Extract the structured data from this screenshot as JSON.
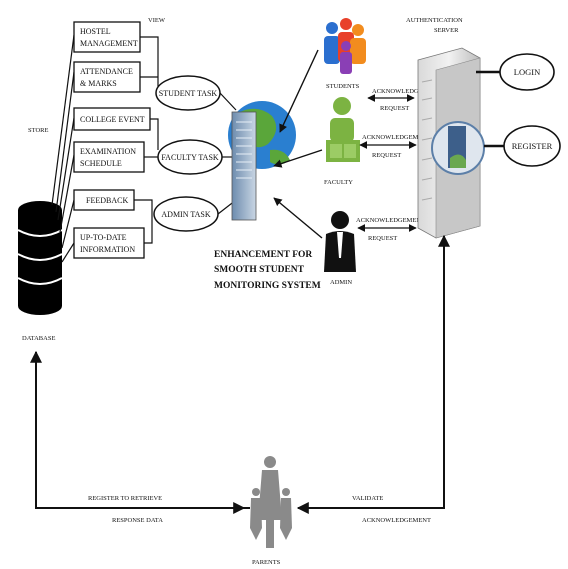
{
  "diagram": {
    "view_label": "VIEW",
    "store_label": "STORE",
    "database_label": "DATABASE",
    "modules": [
      [
        "HOSTEL",
        "MANAGEMENT"
      ],
      [
        "ATTENDANCE",
        "& MARKS"
      ],
      [
        "COLLEGE EVENT"
      ],
      [
        "EXAMINATION",
        "SCHEDULE"
      ],
      [
        "FEEDBACK"
      ],
      [
        "UP-TO-DATE",
        "INFORMATION"
      ]
    ],
    "tasks": {
      "student": "STUDENT TASK",
      "faculty": "FACULTY TASK",
      "admin": "ADMIN TASK"
    },
    "system_title": [
      "ENHANCEMENT FOR",
      "SMOOTH STUDENT",
      "MONITORING SYSTEM"
    ],
    "actors": {
      "students": "STUDENTS",
      "faculty": "FACULTY",
      "admin": "ADMIN",
      "parents": "PARENTS"
    },
    "ack_request": {
      "students": [
        "ACKNOWLEDGEMENT",
        "REQUEST"
      ],
      "faculty": [
        "ACKNOWLEDGEMENT",
        "REQUEST"
      ],
      "admin": [
        "ACKNOWLEDGEMENT",
        "REQUEST"
      ]
    },
    "auth_server": [
      "AUTHENTICATION",
      "SERVER"
    ],
    "login": "LOGIN",
    "register": "REGISTER",
    "parents_flow": {
      "register_to_retrieve": "REGISTER TO RETRIEVE",
      "response_data": "RESPONSE DATA",
      "validate": "VALIDATE",
      "acknowledgement": "ACKNOWLEDGEMENT"
    },
    "colors": {
      "students_icon": [
        "#2b6fcf",
        "#e8402a",
        "#f28c1e",
        "#8a3fb5"
      ],
      "faculty_icon": "#7cb342",
      "admin_icon": "#111111",
      "globe_blue": "#2a7fd0",
      "globe_green": "#5aa63a"
    }
  }
}
